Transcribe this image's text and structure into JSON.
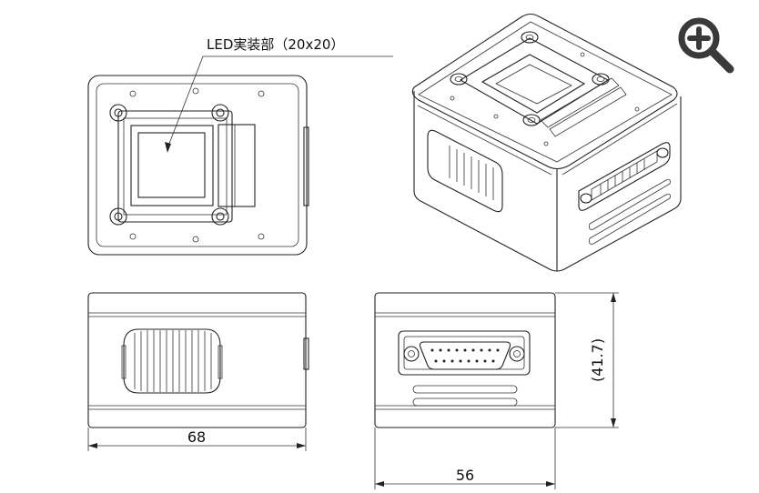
{
  "annotations": {
    "led_label": "LED実装部（20x20）"
  },
  "dimensions": {
    "width": "68",
    "depth": "56",
    "height": "(41.7)"
  },
  "icons": {
    "zoom": "zoom-in-icon"
  }
}
